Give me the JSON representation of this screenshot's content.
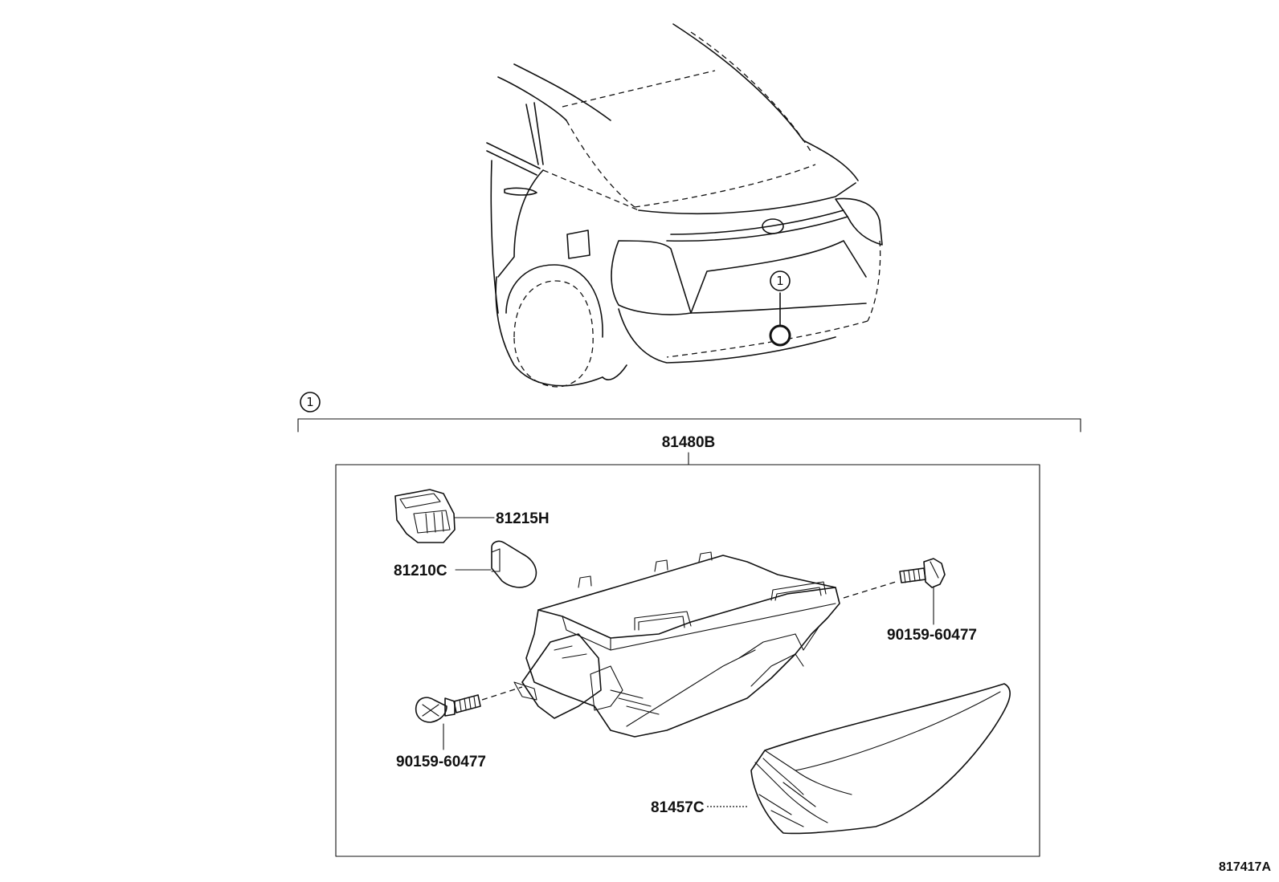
{
  "callout": {
    "number": "1"
  },
  "assembly": {
    "part_number": "81480B"
  },
  "parts": {
    "socket": "81215H",
    "bulb": "81210C",
    "screw_right": "90159-60477",
    "screw_left": "90159-60477",
    "lens_cover": "81457C"
  },
  "figure_id": "817417A",
  "icons": {
    "callout_marker": "circled-number-icon",
    "location_marker": "location-circle-icon"
  }
}
